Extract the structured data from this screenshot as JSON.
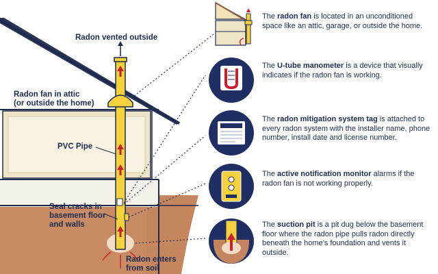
{
  "labels": {
    "vented": "Radon vented outside",
    "fan_attic_line1": "Radon fan in attic",
    "fan_attic_line2": "(or outside the home)",
    "pvc_pipe": "PVC Pipe",
    "seal_line1": "Seal cracks in",
    "seal_line2": "basement floor",
    "seal_line3": "and walls",
    "enters_line1": "Radon enters",
    "enters_line2": "from soil"
  },
  "callouts": [
    {
      "pre": "The ",
      "bold": "radon fan",
      "post": " is located in an unconditioned space like an attic, garage, or outside the home.",
      "icon": "house-fan-icon"
    },
    {
      "pre": "The ",
      "bold": "U-tube manometer",
      "post": " is a device that visually indicates if the radon fan is working.",
      "icon": "manometer-icon"
    },
    {
      "pre": "The ",
      "bold": "radon mitigation system tag",
      "post": " is attached to every radon system with the installer name, phone number, install date and license number.",
      "icon": "system-tag-icon"
    },
    {
      "pre": "The ",
      "bold": "active notification monitor",
      "post": " alarms if the radon fan is not working properly.",
      "icon": "notification-monitor-icon"
    },
    {
      "pre": "The ",
      "bold": "suction pit",
      "post": " is a pit dug below the basement floor where the radon pipe pulls radon directly beneath the home's foundation and vents it outside.",
      "icon": "suction-pit-icon"
    }
  ],
  "colors": {
    "navy": "#1d2b4f",
    "pipe_yellow": "#f5d23c",
    "arrow_red": "#c8202f",
    "soil": "#c4855f",
    "wall_tan": "#efe4c8"
  }
}
